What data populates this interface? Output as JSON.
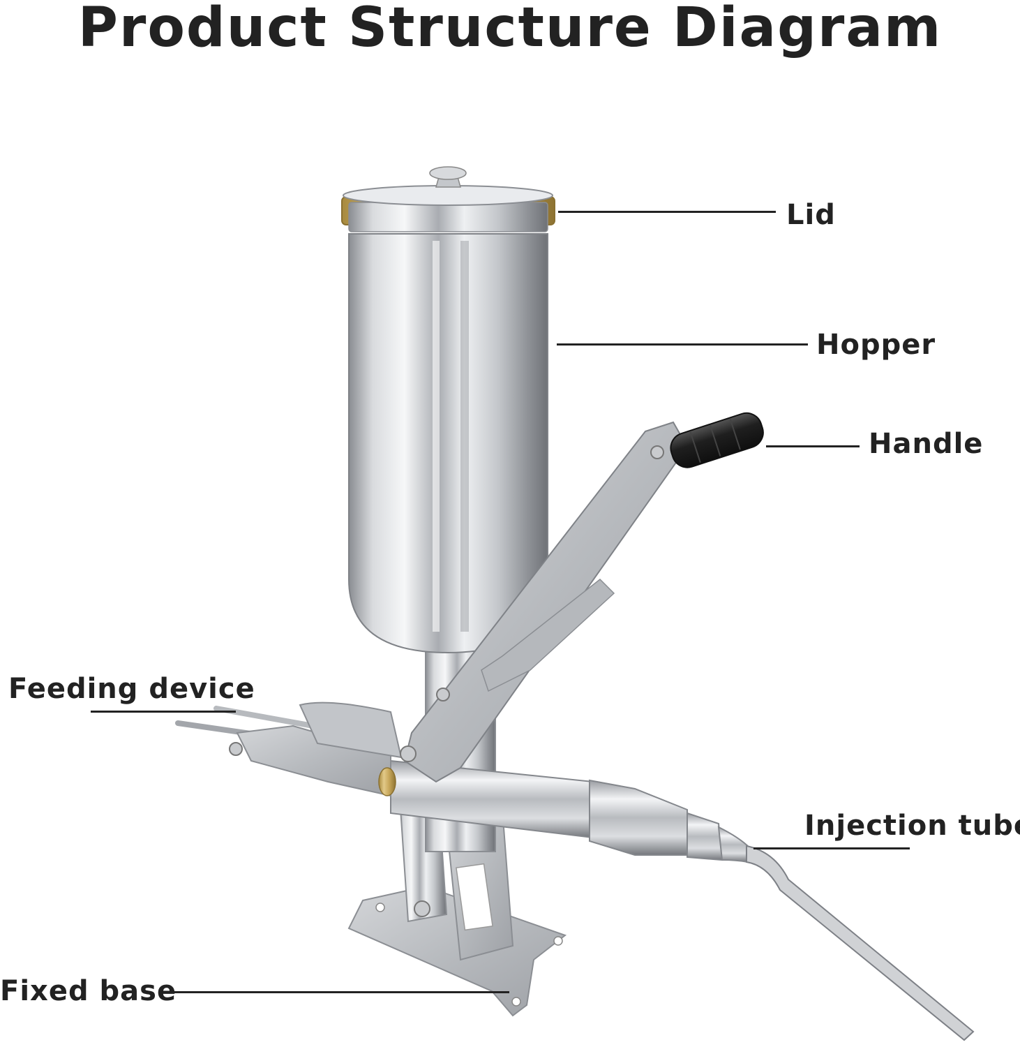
{
  "title": "Product Structure Diagram",
  "labels": {
    "lid": "Lid",
    "hopper": "Hopper",
    "handle": "Handle",
    "feeding_device": "Feeding device",
    "injection_tube": "Injection tube",
    "fixed_base": "Fixed base"
  },
  "colors": {
    "text": "#222222",
    "steel_light": "#e8e9eb",
    "steel_mid": "#b9bcc0",
    "steel_dark": "#7d8186",
    "brass": "#c7a75a",
    "grip": "#2a2a2a"
  }
}
